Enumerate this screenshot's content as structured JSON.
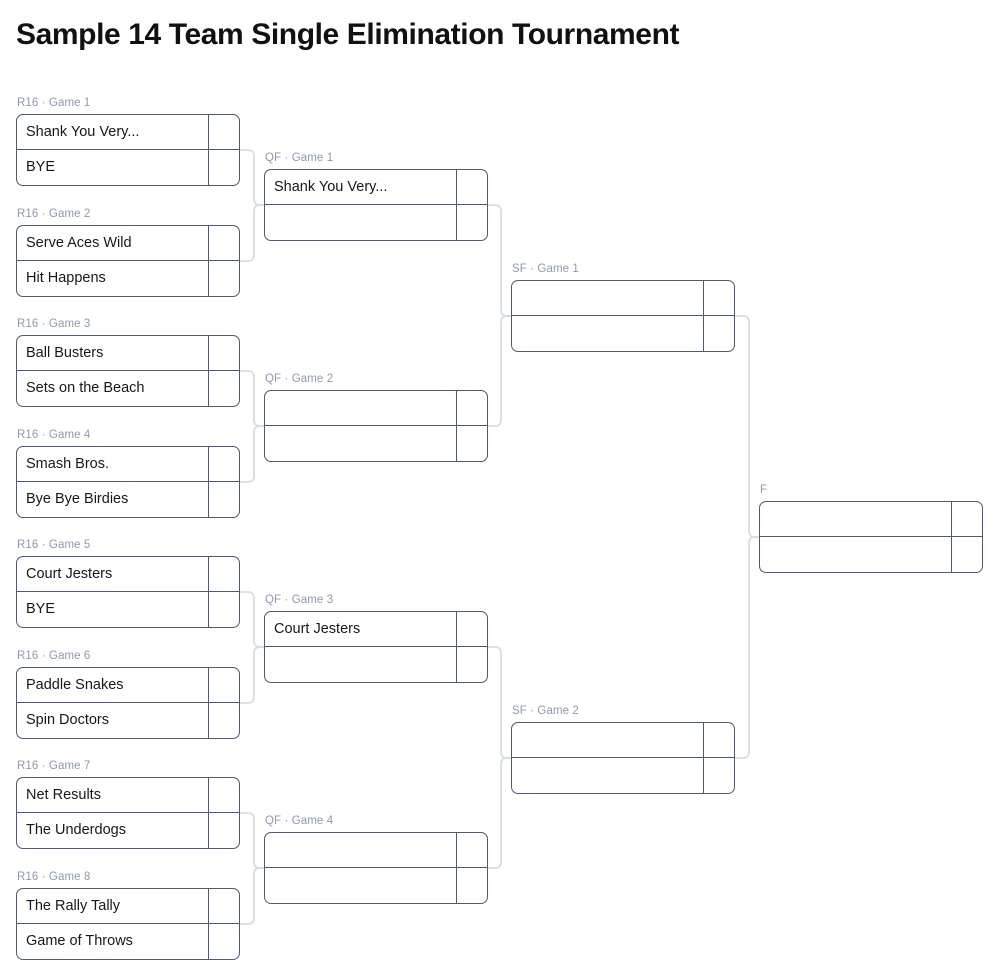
{
  "title": "Sample 14 Team Single Elimination Tournament",
  "colors": {
    "box_border": "#4c5a73",
    "label_text": "#8e99ac",
    "connector": "#d9dde4",
    "team_text": "#15181d",
    "background": "#ffffff",
    "title_text": "#111111"
  },
  "rounds": [
    {
      "id": "r16",
      "short": "R16",
      "matches": [
        {
          "label": "R16 · Game 1",
          "slots": [
            {
              "team": "Shank You Very...",
              "score": ""
            },
            {
              "team": "BYE",
              "score": ""
            }
          ]
        },
        {
          "label": "R16 · Game 2",
          "slots": [
            {
              "team": "Serve Aces Wild",
              "score": ""
            },
            {
              "team": "Hit Happens",
              "score": ""
            }
          ]
        },
        {
          "label": "R16 · Game 3",
          "slots": [
            {
              "team": "Ball Busters",
              "score": ""
            },
            {
              "team": "Sets on the Beach",
              "score": ""
            }
          ]
        },
        {
          "label": "R16 · Game 4",
          "slots": [
            {
              "team": "Smash Bros.",
              "score": ""
            },
            {
              "team": "Bye Bye Birdies",
              "score": ""
            }
          ]
        },
        {
          "label": "R16 · Game 5",
          "slots": [
            {
              "team": "Court Jesters",
              "score": ""
            },
            {
              "team": "BYE",
              "score": ""
            }
          ]
        },
        {
          "label": "R16 · Game 6",
          "slots": [
            {
              "team": "Paddle Snakes",
              "score": ""
            },
            {
              "team": "Spin Doctors",
              "score": ""
            }
          ]
        },
        {
          "label": "R16 · Game 7",
          "slots": [
            {
              "team": "Net Results",
              "score": ""
            },
            {
              "team": "The Underdogs",
              "score": ""
            }
          ]
        },
        {
          "label": "R16 · Game 8",
          "slots": [
            {
              "team": "The Rally Tally",
              "score": ""
            },
            {
              "team": "Game of Throws",
              "score": ""
            }
          ]
        }
      ]
    },
    {
      "id": "qf",
      "short": "QF",
      "matches": [
        {
          "label": "QF · Game 1",
          "slots": [
            {
              "team": "Shank You Very...",
              "score": ""
            },
            {
              "team": "",
              "score": ""
            }
          ]
        },
        {
          "label": "QF · Game 2",
          "slots": [
            {
              "team": "",
              "score": ""
            },
            {
              "team": "",
              "score": ""
            }
          ]
        },
        {
          "label": "QF · Game 3",
          "slots": [
            {
              "team": "Court Jesters",
              "score": ""
            },
            {
              "team": "",
              "score": ""
            }
          ]
        },
        {
          "label": "QF · Game 4",
          "slots": [
            {
              "team": "",
              "score": ""
            },
            {
              "team": "",
              "score": ""
            }
          ]
        }
      ]
    },
    {
      "id": "sf",
      "short": "SF",
      "matches": [
        {
          "label": "SF · Game 1",
          "slots": [
            {
              "team": "",
              "score": ""
            },
            {
              "team": "",
              "score": ""
            }
          ]
        },
        {
          "label": "SF · Game 2",
          "slots": [
            {
              "team": "",
              "score": ""
            },
            {
              "team": "",
              "score": ""
            }
          ]
        }
      ]
    },
    {
      "id": "f",
      "short": "F",
      "matches": [
        {
          "label": "F",
          "slots": [
            {
              "team": "",
              "score": ""
            },
            {
              "team": "",
              "score": ""
            }
          ]
        }
      ]
    }
  ]
}
